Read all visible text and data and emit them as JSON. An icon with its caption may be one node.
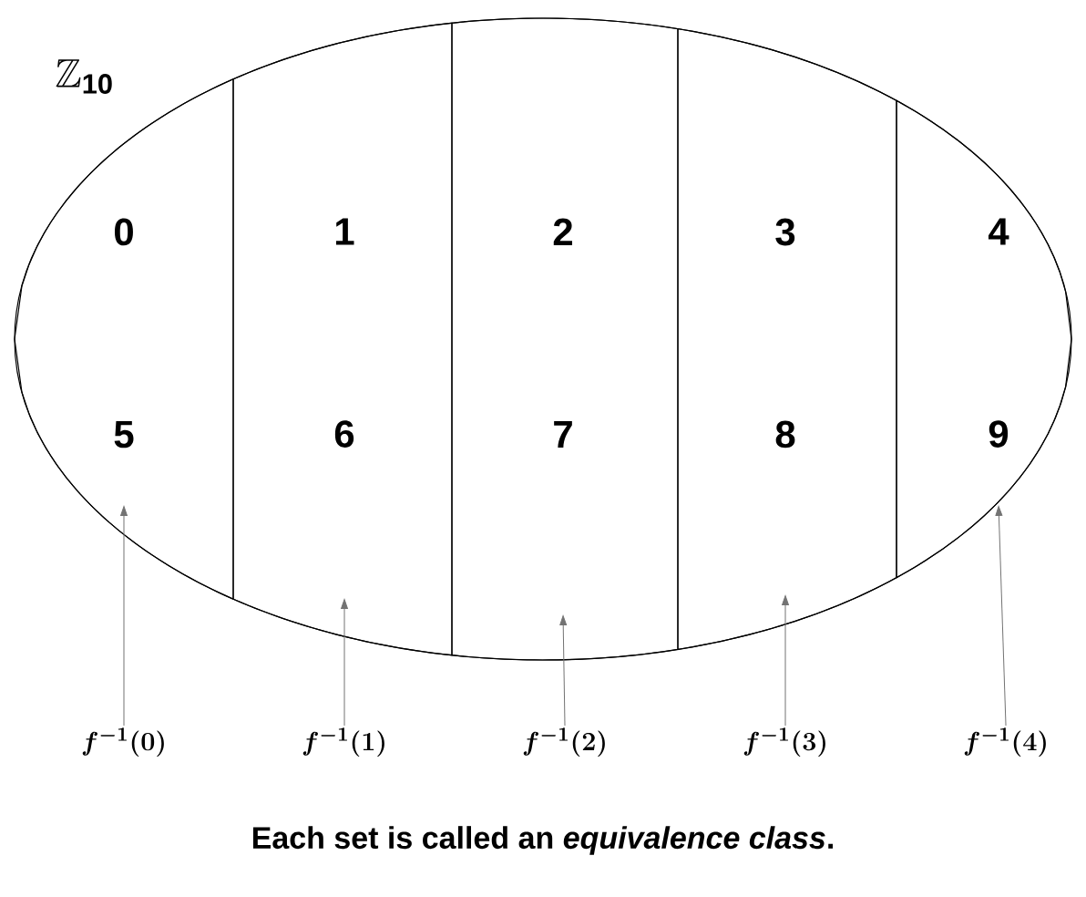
{
  "diagram": {
    "caption": "Each set is called an *equivalence class*.",
    "nodes": [
      {
        "text": [],
        "shape": "ellipse"
      },
      {
        "text": [
          "0",
          "5"
        ],
        "in": 0
      },
      {
        "text": [
          "1",
          "6"
        ],
        "in": 0
      },
      {
        "text": [
          "2",
          "7"
        ],
        "in": 0
      },
      {
        "text": [
          "3",
          "8"
        ],
        "in": 0
      },
      {
        "text": [
          "4",
          "9"
        ],
        "in": 0
      },
      {
        "text": [
          "f^{-1}(0)"
        ]
      },
      {
        "text": [
          "f^{-1}(1)"
        ]
      },
      {
        "text": [
          "f^{-1}(2)"
        ]
      },
      {
        "text": [
          "f^{-1}(3)"
        ]
      },
      {
        "text": [
          "f^{-1}(4)"
        ]
      }
    ],
    "edges": [
      {
        "from": 6,
        "to": 1,
        "arrow": "to"
      },
      {
        "from": 7,
        "to": 2,
        "arrow": "to"
      },
      {
        "from": 8,
        "to": 3,
        "arrow": "to"
      },
      {
        "from": 9,
        "to": 4,
        "arrow": "to"
      },
      {
        "from": 10,
        "to": 5,
        "arrow": "to"
      }
    ],
    "labels": [
      "\\mathbb{Z}_{\\mathbf{10}}"
    ]
  }
}
